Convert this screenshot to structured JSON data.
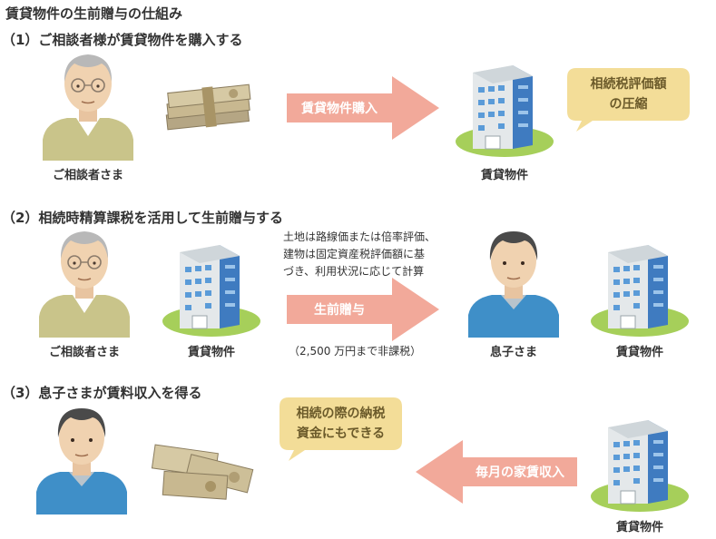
{
  "title": "賃貸物件の生前贈与の仕組み",
  "section1": {
    "heading": "（1）ご相談者様が賃貸物件を購入する",
    "person_label": "ご相談者さま",
    "arrow_label": "賃貸物件購入",
    "building_label": "賃貸物件",
    "bubble_lines": [
      "相続税評価額",
      "の圧縮"
    ]
  },
  "section2": {
    "heading": "（2）相続時精算課税を活用して生前贈与する",
    "person_label": "ご相談者さま",
    "building_label": "賃貸物件",
    "note_lines": [
      "土地は路線価または倍率評価、",
      "建物は固定資産税評価額に基",
      "づき、利用状況に応じて計算"
    ],
    "arrow_label": "生前贈与",
    "arrow_sublabel": "（2,500 万円まで非課税）",
    "son_label": "息子さま",
    "building2_label": "賃貸物件"
  },
  "section3": {
    "heading": "（3）息子さまが賃料収入を得る",
    "bubble_lines": [
      "相続の際の納税",
      "資金にもできる"
    ],
    "arrow_label": "毎月の家賃収入",
    "building_label": "賃貸物件"
  },
  "colors": {
    "arrow": "#f2a99a",
    "bubble": "#f3dd98",
    "grass": "#a6cf5a",
    "building_front": "#e4e8ea",
    "building_side": "#3f7bc0",
    "window": "#5a9bd8",
    "elder_shirt": "#c9c48a",
    "son_shirt": "#3f8fc8",
    "money": "#c8b890"
  }
}
